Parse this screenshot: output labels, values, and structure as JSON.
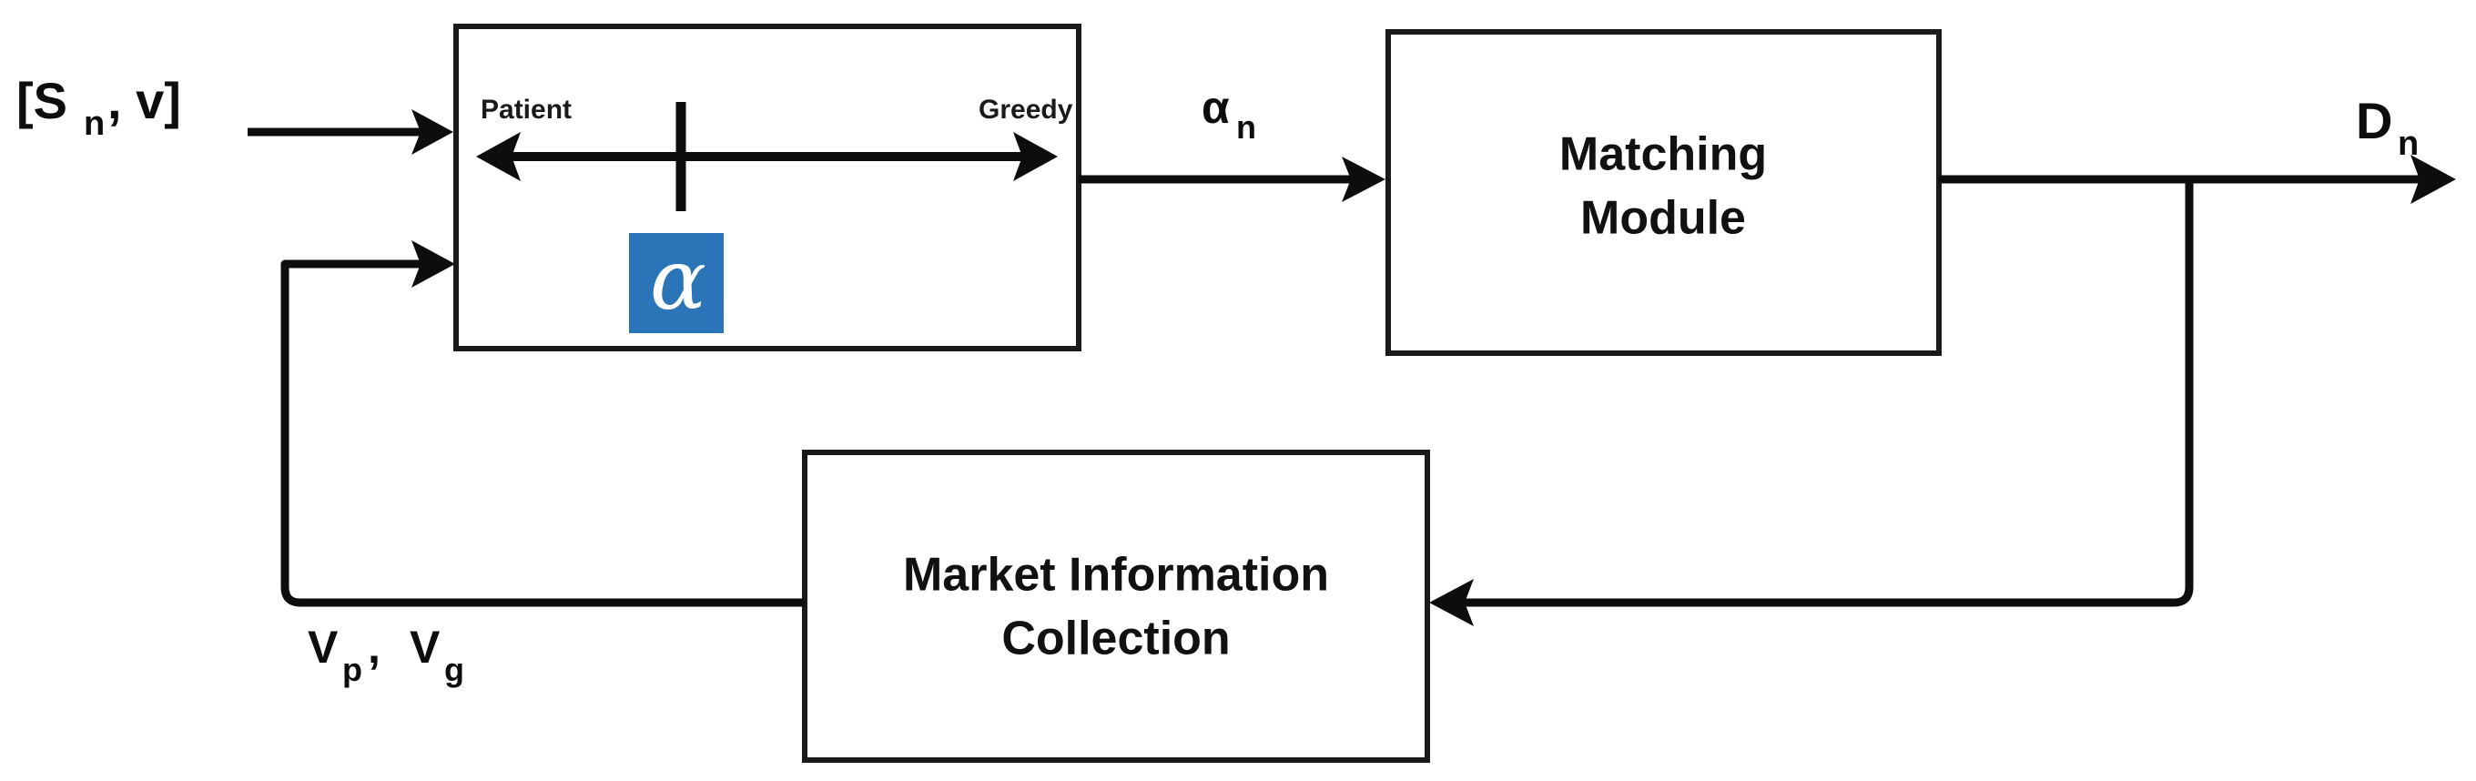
{
  "diagram": {
    "title": "Adaptive Execution Block Diagram",
    "background_color": "#ffffff",
    "line_color": "#0d0d0d",
    "box_stroke_color": "#1a1a1a",
    "accent_color": "#2b74b8",
    "accent_text_color": "#fdfdfd"
  },
  "io": {
    "input": {
      "base": "[S",
      "sub": "n",
      "tail": " , v]",
      "full": "[Sn , v]"
    },
    "output": {
      "base": "D",
      "sub": "n",
      "full": "Dn"
    }
  },
  "blocks": {
    "policy": {
      "name": "policy-selector-block",
      "slider": {
        "left_label": "Patient",
        "right_label": "Greedy",
        "handle_symbol": "α",
        "handle_position_pct": 36
      }
    },
    "matching": {
      "name": "matching-module-block",
      "line1": "Matching",
      "line2": "Module"
    },
    "market": {
      "name": "market-information-collection-block",
      "line1": "Market Information",
      "line2": "Collection"
    }
  },
  "edges": {
    "policy_to_matching": {
      "base": "α",
      "sub": "n",
      "full": "αn"
    },
    "market_to_policy": {
      "v1_base": "V",
      "v1_sub": "p",
      "separator": " , ",
      "v2_base": "V",
      "v2_sub": "g",
      "full": "Vp , Vg"
    }
  }
}
